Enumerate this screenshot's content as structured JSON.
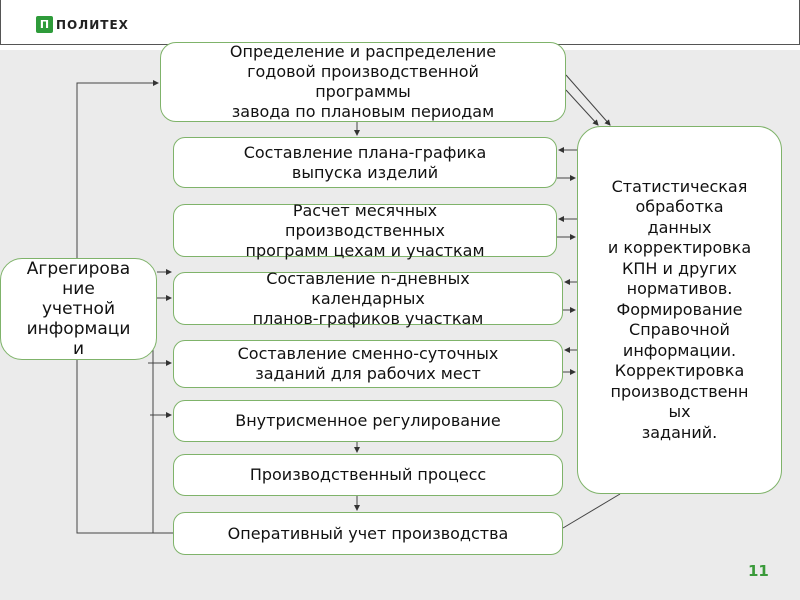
{
  "logo": {
    "mark": "П",
    "text": "ПОЛИТЕХ"
  },
  "steps": [
    "Определение и распределение\nгодовой производственной\nпрограммы\nзавода по плановым периодам",
    "Составление плана-графика\nвыпуска изделий",
    "Расчет месячных\nпроизводственных\nпрограмм цехам и участкам",
    "Составление n-дневных\nкалендарных\nпланов-графиков участкам",
    "Составление сменно-суточных\nзаданий для рабочих мест",
    "Внутрисменное регулирование",
    "Производственный процесс",
    "Оперативный учет производства"
  ],
  "left_box": "Агрегирова\nние\nучетной\nинформаци\nи",
  "right_box": "Статистическая\nобработка\nданных\nи корректировка\nКПН и других\nнормативов.\nФормирование\nСправочной\nинформации.\nКорректировка\nпроизводственн\nых\nзаданий.",
  "page_number": "11"
}
